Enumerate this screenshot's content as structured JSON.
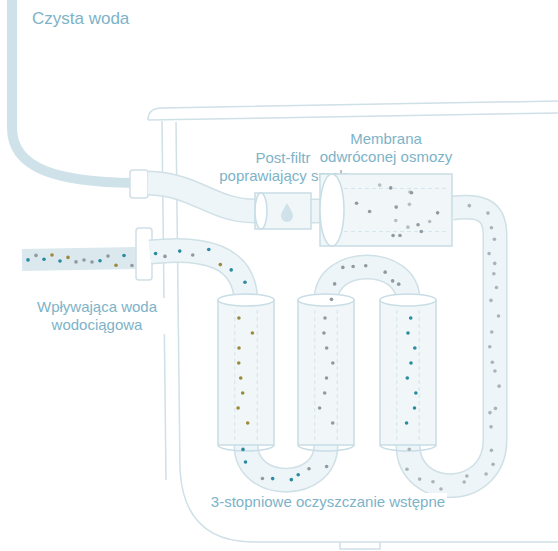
{
  "diagram": {
    "nodes": [
      {
        "text": [
          "Post-filtr poprawiający smak"
        ]
      },
      {
        "text": [
          "Membrana odwróconej osmozy"
        ]
      }
    ],
    "edges": [
      {
        "from": 1,
        "to": 0,
        "arrow": "none"
      }
    ],
    "labels": [
      "Czysta woda",
      "Wpływająca woda wodociągowa",
      "3-stopniowe oczyszczanie wstępne"
    ]
  }
}
